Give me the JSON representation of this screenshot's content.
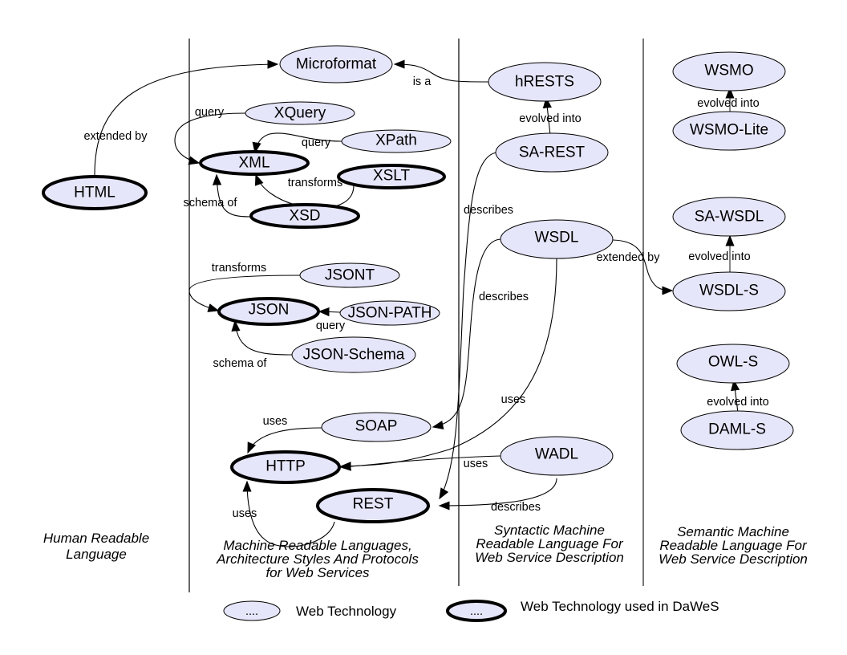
{
  "colors": {
    "node_fill": "#e6e6fa",
    "node_stroke": "#000000",
    "background": "#ffffff"
  },
  "columns": [
    {
      "id": "human",
      "label_lines": [
        "Human Readable",
        "Language"
      ]
    },
    {
      "id": "machine",
      "label_lines": [
        "Machine Readable Languages,",
        "Architecture Styles And Protocols",
        "for Web Services"
      ]
    },
    {
      "id": "syntactic",
      "label_lines": [
        "Syntactic Machine",
        "Readable Language For",
        "Web Service Description"
      ]
    },
    {
      "id": "semantic",
      "label_lines": [
        "Semantic Machine",
        "Readable Language For",
        "Web Service Description"
      ]
    }
  ],
  "nodes": {
    "html": {
      "label": "HTML",
      "used_in_dawes": true
    },
    "microformat": {
      "label": "Microformat",
      "used_in_dawes": false
    },
    "xquery": {
      "label": "XQuery",
      "used_in_dawes": false
    },
    "xml": {
      "label": "XML",
      "used_in_dawes": true
    },
    "xpath": {
      "label": "XPath",
      "used_in_dawes": false
    },
    "xslt": {
      "label": "XSLT",
      "used_in_dawes": true
    },
    "xsd": {
      "label": "XSD",
      "used_in_dawes": true
    },
    "jsont": {
      "label": "JSONT",
      "used_in_dawes": false
    },
    "json": {
      "label": "JSON",
      "used_in_dawes": true
    },
    "jsonpath": {
      "label": "JSON-PATH",
      "used_in_dawes": false
    },
    "jsonschema": {
      "label": "JSON-Schema",
      "used_in_dawes": false
    },
    "soap": {
      "label": "SOAP",
      "used_in_dawes": false
    },
    "http": {
      "label": "HTTP",
      "used_in_dawes": true
    },
    "rest": {
      "label": "REST",
      "used_in_dawes": true
    },
    "hrests": {
      "label": "hRESTS",
      "used_in_dawes": false
    },
    "sarest": {
      "label": "SA-REST",
      "used_in_dawes": false
    },
    "wsdl": {
      "label": "WSDL",
      "used_in_dawes": false
    },
    "wadl": {
      "label": "WADL",
      "used_in_dawes": false
    },
    "wsmo": {
      "label": "WSMO",
      "used_in_dawes": false
    },
    "wsmolite": {
      "label": "WSMO-Lite",
      "used_in_dawes": false
    },
    "sawsdl": {
      "label": "SA-WSDL",
      "used_in_dawes": false
    },
    "wsdls": {
      "label": "WSDL-S",
      "used_in_dawes": false
    },
    "owls": {
      "label": "OWL-S",
      "used_in_dawes": false
    },
    "damls": {
      "label": "DAML-S",
      "used_in_dawes": false
    }
  },
  "edges": {
    "html_microformat": {
      "from": "HTML",
      "to": "Microformat",
      "label": "extended by"
    },
    "xquery_xml": {
      "from": "XQuery",
      "to": "XML",
      "label": "query"
    },
    "xpath_xml": {
      "from": "XPath",
      "to": "XML",
      "label": "query"
    },
    "xslt_xml": {
      "from": "XSLT",
      "to": "XML",
      "label": "transforms"
    },
    "xsd_xml": {
      "from": "XSD",
      "to": "XML",
      "label": "schema of"
    },
    "jsont_json": {
      "from": "JSONT",
      "to": "JSON",
      "label": "transforms"
    },
    "jsonpath_json": {
      "from": "JSON-PATH",
      "to": "JSON",
      "label": "query"
    },
    "jsonschema_json": {
      "from": "JSON-Schema",
      "to": "JSON",
      "label": "schema of"
    },
    "hrests_microformat": {
      "from": "hRESTS",
      "to": "Microformat",
      "label": "is a"
    },
    "sarest_hrests": {
      "from": "SA-REST",
      "to": "hRESTS",
      "label": "evolved into"
    },
    "sarest_rest": {
      "from": "SA-REST",
      "to": "REST",
      "label": "describes"
    },
    "wsdl_soap": {
      "from": "WSDL",
      "to": "SOAP",
      "label": "describes"
    },
    "wsdl_http": {
      "from": "WSDL",
      "to": "HTTP",
      "label": "uses"
    },
    "wsdl_wsdls": {
      "from": "WSDL",
      "to": "WSDL-S",
      "label": "extended by"
    },
    "soap_http": {
      "from": "SOAP",
      "to": "HTTP",
      "label": "uses"
    },
    "wadl_http": {
      "from": "WADL",
      "to": "HTTP",
      "label": "uses"
    },
    "wadl_rest": {
      "from": "WADL",
      "to": "REST",
      "label": "describes"
    },
    "rest_http": {
      "from": "REST",
      "to": "HTTP",
      "label": "uses"
    },
    "wsmolite_wsmo": {
      "from": "WSMO-Lite",
      "to": "WSMO",
      "label": "evolved into"
    },
    "wsdls_sawsdl": {
      "from": "WSDL-S",
      "to": "SA-WSDL",
      "label": "evolved into"
    },
    "damls_owls": {
      "from": "DAML-S",
      "to": "OWL-S",
      "label": "evolved into"
    }
  },
  "legend": {
    "normal": {
      "symbol": "....",
      "label": "Web Technology"
    },
    "dawes": {
      "symbol": "....",
      "label": "Web Technology used in DaWeS"
    }
  }
}
